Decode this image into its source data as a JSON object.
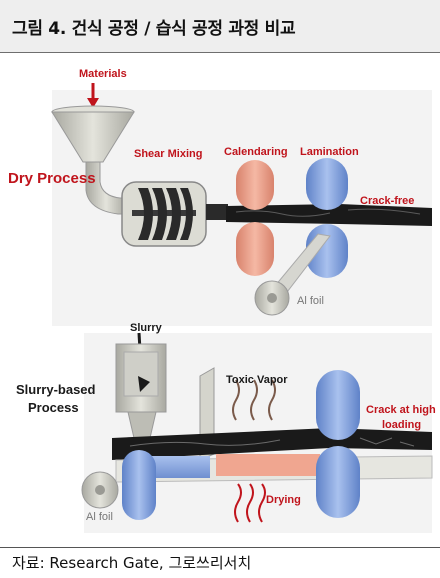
{
  "title": "그림 4. 건식 공정 / 습식 공정 과정 비교",
  "source": "자료: Research Gate, 그로쓰리서치",
  "dry": {
    "process_label": "Dry Process",
    "materials": "Materials",
    "shear_mixing": "Shear Mixing",
    "calendaring": "Calendaring",
    "lamination": "Lamination",
    "crack_free": "Crack-free",
    "al_foil": "Al foil"
  },
  "wet": {
    "process_label_line1": "Slurry-based",
    "process_label_line2": "Process",
    "slurry": "Slurry",
    "toxic_vapor": "Toxic Vapor",
    "crack_line1": "Crack at high",
    "crack_line2": "loading",
    "drying": "Drying",
    "al_foil": "Al foil"
  },
  "colors": {
    "label_red": "#c0141c",
    "roller_blue": "#7e9fdc",
    "roller_salmon": "#ea9c86",
    "film_black": "#1a1a1a",
    "machine_gray": "#c8c8c0"
  }
}
